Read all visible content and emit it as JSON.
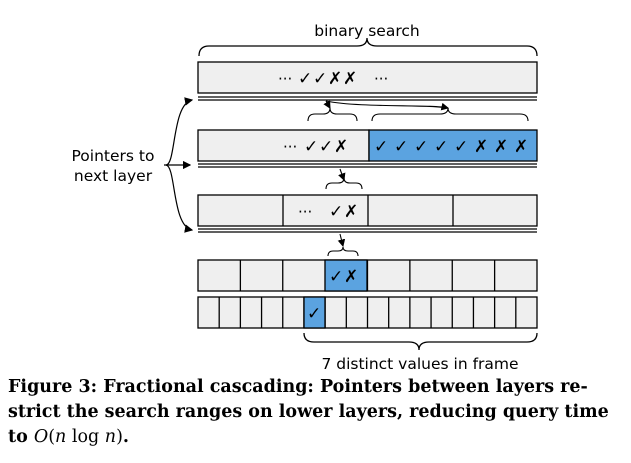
{
  "labels": {
    "binary_search": "binary search",
    "pointers_line1": "Pointers to",
    "pointers_line2": "next layer",
    "distinct_values": "7 distinct values in frame"
  },
  "symbols": {
    "check": "✓",
    "cross": "✗",
    "ellipsis": "···"
  },
  "colors": {
    "highlight": "#5ba3e0",
    "cell_fill": "#efefef",
    "stroke": "#000000"
  },
  "layers": [
    {
      "name": "layer-1",
      "marks_left": [
        "✓",
        "✓",
        "✗",
        "✗"
      ],
      "marks_right": []
    },
    {
      "name": "layer-2",
      "marks_left": [
        "✓",
        "✓",
        "✗"
      ],
      "marks_right": [
        "✓",
        "✓",
        "✓",
        "✓",
        "✓",
        "✗",
        "✗",
        "✗"
      ]
    },
    {
      "name": "layer-3",
      "marks_left": [
        "✓",
        "✗"
      ],
      "marks_right": []
    },
    {
      "name": "layer-4",
      "marks_left": [
        "✓",
        "✗"
      ],
      "marks_right": []
    },
    {
      "name": "layer-5",
      "marks_left": [
        "✓"
      ],
      "marks_right": []
    }
  ],
  "caption": {
    "prefix": "Figure 3: Fractional cascading: Pointers between layers re-",
    "line2": "strict the search ranges on lower layers, reducing query time",
    "line3_pre": "to ",
    "O": "O",
    "paren_open": "(",
    "n1": "n",
    "log": " log ",
    "n2": "n",
    "paren_close": ")",
    "period": "."
  }
}
